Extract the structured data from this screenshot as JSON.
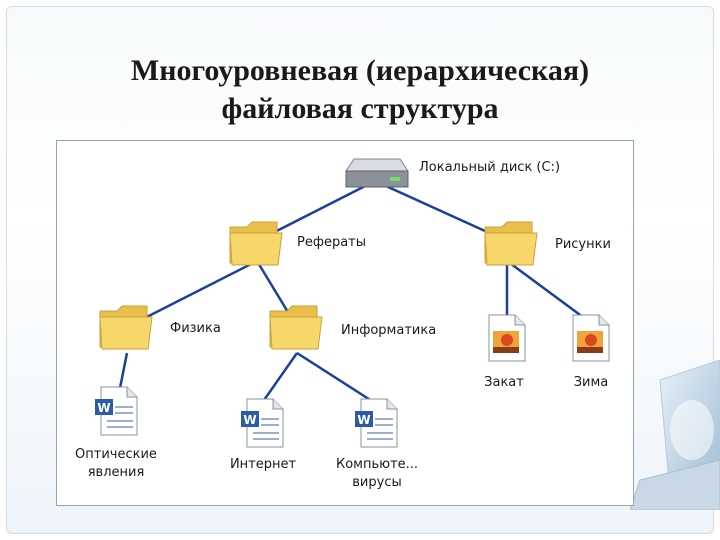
{
  "slide": {
    "title_line1": "Многоуровневая (иерархическая)",
    "title_line2": "файловая структура"
  },
  "tree": {
    "root": {
      "label": "Локальный диск (C:)",
      "icon": "hard-drive-icon"
    },
    "folders": [
      {
        "label": "Рефераты",
        "icon": "folder-icon"
      },
      {
        "label": "Рисунки",
        "icon": "folder-icon"
      },
      {
        "label": "Физика",
        "icon": "folder-icon"
      },
      {
        "label": "Информатика",
        "icon": "folder-icon"
      }
    ],
    "files": [
      {
        "line1": "Оптические",
        "line2": "явления",
        "icon": "word-document-icon"
      },
      {
        "line1": "Интернет",
        "icon": "word-document-icon"
      },
      {
        "line1": "Компьюте...",
        "line2": "вирусы",
        "icon": "word-document-icon"
      },
      {
        "line1": "Закат",
        "icon": "image-file-icon"
      },
      {
        "line1": "Зима",
        "icon": "image-file-icon"
      }
    ],
    "colors": {
      "connector": "#1a3f9e",
      "folder": "#f7d66a",
      "folder_edge": "#c9a23a",
      "word_blue": "#2b5aa8"
    }
  }
}
